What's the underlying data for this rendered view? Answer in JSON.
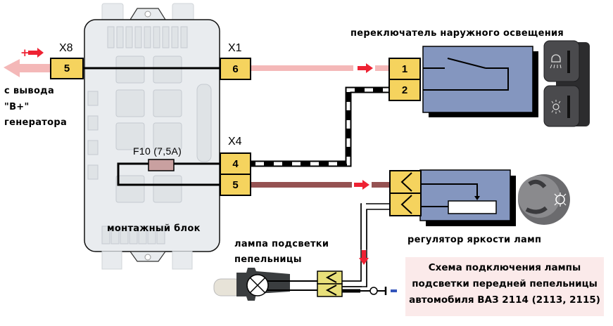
{
  "title": "Схема подключения лампы подсветки передней пепельницы автомобиля ВАЗ 2114 (2113, 2115)",
  "note": {
    "line1": "Схема подключения лампы",
    "line2": "подсветки передней пепельницы",
    "line3": "автомобиля ВАЗ 2114 (2113, 2115)"
  },
  "mounting_block": {
    "label": "монтажный блок",
    "fuse": {
      "label": "F10 (7,5A)",
      "color": "#c9a0a0"
    }
  },
  "connectors": {
    "x8": {
      "name": "X8",
      "pin": "5"
    },
    "x1": {
      "name": "X1",
      "pin": "6"
    },
    "x4": {
      "name": "X4",
      "pins": [
        "4",
        "5"
      ]
    }
  },
  "generator": {
    "plus_sign": "+",
    "label_line1": "с вывода",
    "label_line2": "\"B+\"",
    "label_line3": "генератора"
  },
  "light_switch": {
    "label": "переключатель наружного освещения",
    "pins": [
      "1",
      "2"
    ]
  },
  "dimmer": {
    "label": "регулятор яркости ламп"
  },
  "lamp": {
    "label_line1": "лампа подсветки",
    "label_line2": "пепельницы"
  },
  "ground": {
    "minus_sign": "−"
  },
  "colors": {
    "pin_fill": "#f5d35e",
    "device_fill": "#8496bf",
    "wire_pink": "#f4b8b8",
    "wire_brown": "#955252",
    "arrow_red": "#ee2233",
    "ground_blue": "#3355bb",
    "note_bg": "#fbeaea"
  }
}
